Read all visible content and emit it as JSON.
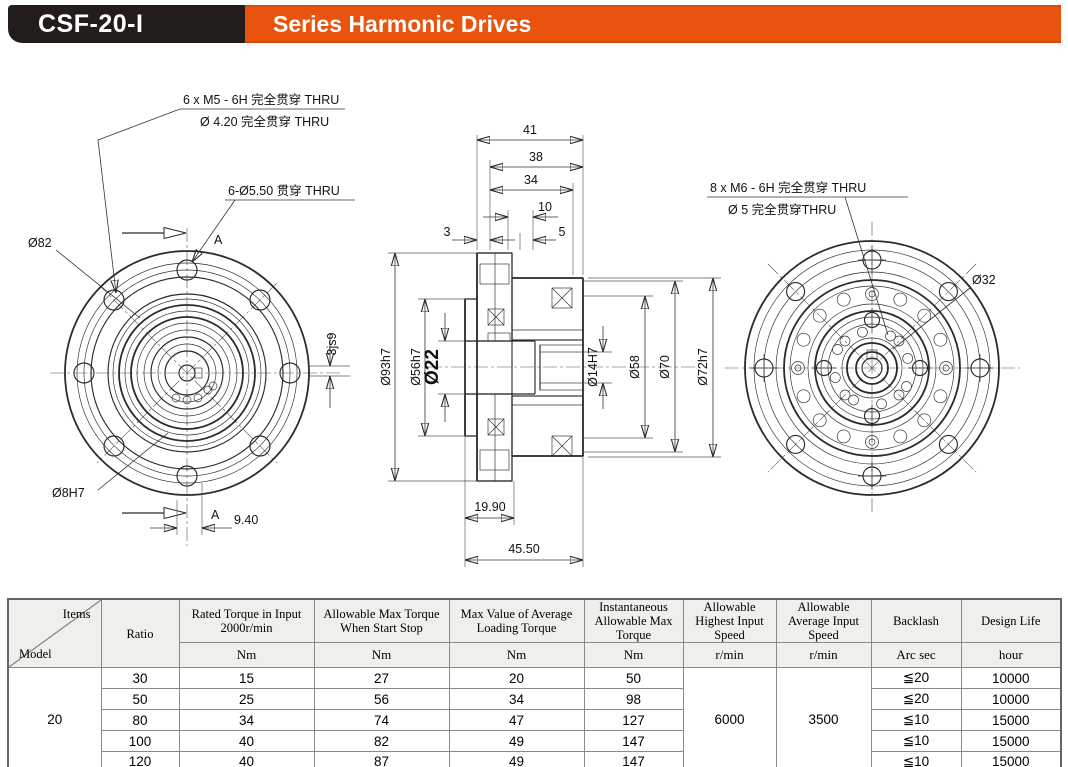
{
  "header": {
    "model": "CSF-20-I",
    "title": "Series Harmonic Drives",
    "accent_color": "#e8530e",
    "bar_color": "#221d1a"
  },
  "drawing": {
    "front": {
      "callout_m5_l1": "6 x  M5 - 6H 完全贯穿 THRU",
      "callout_m5_l2": "Ø 4.20 完全贯穿    THRU",
      "callout_holes": "6-Ø5.50 贯穿 THRU",
      "dia_82": "Ø82",
      "dia_8h7": "Ø8H7",
      "section_label": "A",
      "dim_940": "9.40",
      "dim_key": "3js9"
    },
    "section": {
      "d41": "41",
      "d38": "38",
      "d34": "34",
      "d10": "10",
      "d3": "3",
      "d5": "5",
      "dia93": "Ø93h7",
      "dia56": "Ø56h7",
      "dia22": "Ø22",
      "dia14": "Ø14H7",
      "dia58": "Ø58",
      "dia70": "Ø70",
      "dia72": "Ø72h7",
      "d1990": "19.90",
      "d4550": "45.50"
    },
    "rear": {
      "callout_m6_l1": "8 x  M6 - 6H 完全贯穿 THRU",
      "callout_m6_l2": "Ø 5 完全贯穿THRU",
      "dia_32": "Ø32"
    }
  },
  "table": {
    "corner": {
      "top": "Items",
      "bottom": "Model"
    },
    "ratio_label": "Ratio",
    "columns": [
      {
        "label": "Rated Torque in Input 2000r/min",
        "unit": "Nm"
      },
      {
        "label": "Allowable Max Torque When Start Stop",
        "unit": "Nm"
      },
      {
        "label": "Max Value of Average Loading Torque",
        "unit": "Nm"
      },
      {
        "label": "Instantaneous Allowable Max Torque",
        "unit": "Nm"
      },
      {
        "label": "Allowable Highest Input Speed",
        "unit": "r/min"
      },
      {
        "label": "Allowable Average Input Speed",
        "unit": "r/min"
      },
      {
        "label": "Backlash",
        "unit": "Arc sec"
      },
      {
        "label": "Design Life",
        "unit": "hour"
      }
    ],
    "model": "20",
    "highest_speed": "6000",
    "avg_speed": "3500",
    "rows": [
      {
        "ratio": "30",
        "rated": "15",
        "start_stop": "27",
        "avg_load": "20",
        "instant": "50",
        "backlash": "≦20",
        "life": "10000"
      },
      {
        "ratio": "50",
        "rated": "25",
        "start_stop": "56",
        "avg_load": "34",
        "instant": "98",
        "backlash": "≦20",
        "life": "10000"
      },
      {
        "ratio": "80",
        "rated": "34",
        "start_stop": "74",
        "avg_load": "47",
        "instant": "127",
        "backlash": "≦10",
        "life": "15000"
      },
      {
        "ratio": "100",
        "rated": "40",
        "start_stop": "82",
        "avg_load": "49",
        "instant": "147",
        "backlash": "≦10",
        "life": "15000"
      },
      {
        "ratio": "120",
        "rated": "40",
        "start_stop": "87",
        "avg_load": "49",
        "instant": "147",
        "backlash": "≦10",
        "life": "15000"
      }
    ]
  }
}
